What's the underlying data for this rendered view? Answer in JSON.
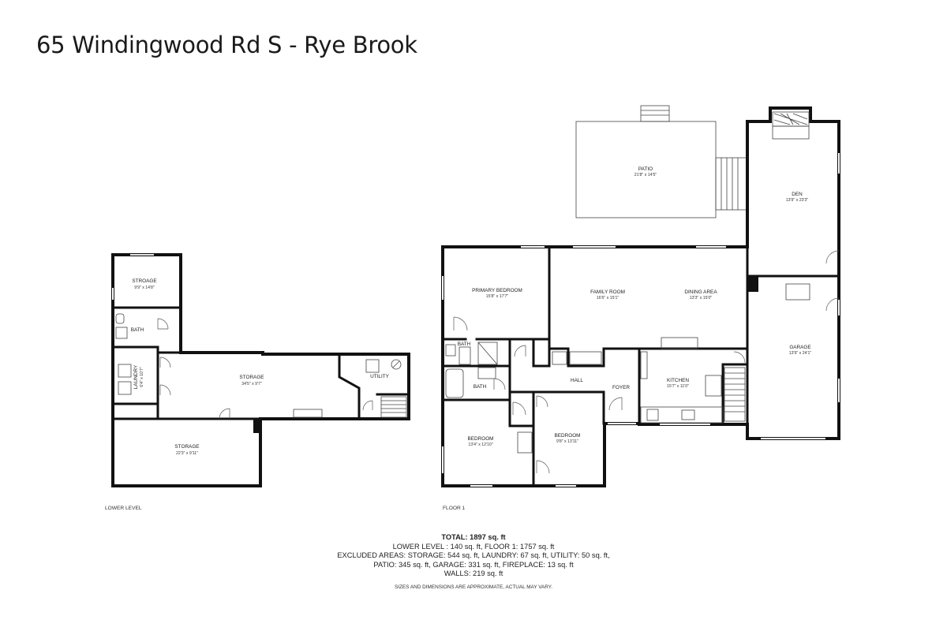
{
  "title": "65 Windingwood Rd S - Rye Brook",
  "levels": {
    "lower": "LOWER LEVEL",
    "floor1": "FLOOR 1"
  },
  "rooms": {
    "stroage": {
      "name": "STROAGE",
      "dim": "9'9\" x 14'8\""
    },
    "ll_bath": {
      "name": "BATH"
    },
    "laundry": {
      "name": "LAUNDRY",
      "dim": "6'4\" x 10'7\""
    },
    "storage_mid": {
      "name": "STORAGE",
      "dim": "34'5\" x 9'7\""
    },
    "utility": {
      "name": "UTILITY"
    },
    "storage_low": {
      "name": "STORAGE",
      "dim": "22'3\" x 9'11\""
    },
    "patio": {
      "name": "PATIO",
      "dim": "21'8\" x 14'5\""
    },
    "den": {
      "name": "DEN",
      "dim": "13'9\" x 23'3\""
    },
    "primary_bedroom": {
      "name": "PRIMARY BEDROOM",
      "dim": "15'8\" x 17'7\""
    },
    "family_room": {
      "name": "FAMILY ROOM",
      "dim": "16'6\" x 15'1\""
    },
    "dining_area": {
      "name": "DINING AREA",
      "dim": "13'3\" x 15'0\""
    },
    "garage": {
      "name": "GARAGE",
      "dim": "13'9\" x 24'1\""
    },
    "bath_upper": {
      "name": "BATH"
    },
    "bath_lower": {
      "name": "BATH"
    },
    "hall": {
      "name": "HALL"
    },
    "foyer": {
      "name": "FOYER"
    },
    "kitchen": {
      "name": "KITCHEN",
      "dim": "15'7\" x 11'0\""
    },
    "bedroom_left": {
      "name": "BEDROOM",
      "dim": "13'4\" x 12'10\""
    },
    "bedroom_right": {
      "name": "BEDROOM",
      "dim": "9'8\" x 13'11\""
    }
  },
  "summary": {
    "total": "TOTAL: 1897 sq. ft",
    "line1": "LOWER LEVEL : 140 sq. ft, FLOOR 1: 1757 sq. ft",
    "line2": "EXCLUDED AREAS: STORAGE: 544 sq. ft, LAUNDRY: 67 sq. ft, UTILITY: 50 sq. ft,",
    "line3": "PATIO: 345 sq. ft, GARAGE: 331 sq. ft, FIREPLACE: 13 sq. ft",
    "line4": "WALLS: 219 sq. ft"
  },
  "disclaimer": "SIZES AND DIMENSIONS ARE APPROXIMATE, ACTUAL MAY VARY."
}
